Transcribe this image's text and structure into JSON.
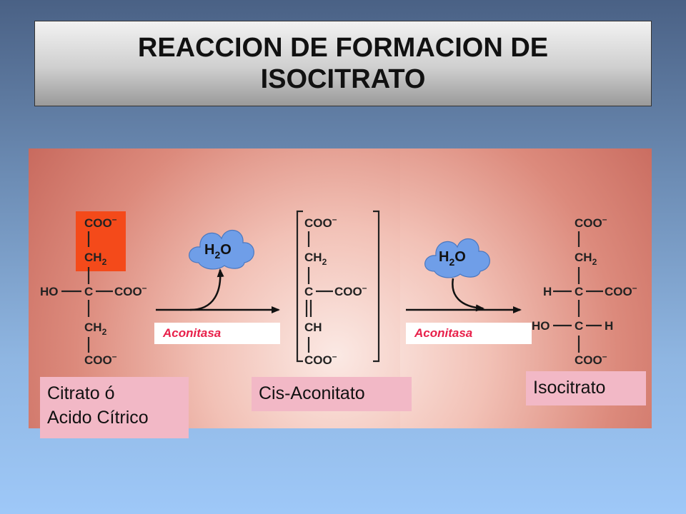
{
  "title": "REACCION DE FORMACION DE ISOCITRATO",
  "water": {
    "h": "H",
    "sub": "2",
    "o": "O"
  },
  "enzyme_1": "Aconitasa",
  "enzyme_2": "Aconitasa",
  "labels": {
    "citrate_line1": "Citrato ó",
    "citrate_line2": "Acido Cítrico",
    "cis_aconitate": "Cis-Aconitato",
    "isocitrate": "Isocitrato"
  },
  "citrate": {
    "coo_top": "COO",
    "ch2_top": "CH",
    "ho": "HO",
    "c": "C",
    "coo_right": "COO",
    "ch2_bottom": "CH",
    "coo_bottom": "COO"
  },
  "cis_aconitate": {
    "coo_top": "COO",
    "ch2": "CH",
    "c": "C",
    "coo_right": "COO",
    "ch": "CH",
    "coo_bottom": "COO"
  },
  "isocitrate": {
    "coo_top": "COO",
    "ch2": "CH",
    "h_left": "H",
    "c1": "C",
    "coo_right": "COO",
    "ho": "HO",
    "c2": "C",
    "h_right": "H",
    "coo_bottom": "COO"
  },
  "symbols": {
    "minus": "–",
    "sub2": "2"
  },
  "colors": {
    "highlight": "#f44a1a",
    "water_blob": "#6f9ee8",
    "enzyme_text": "#e8204a",
    "label_bg": "#f2b8c6"
  }
}
